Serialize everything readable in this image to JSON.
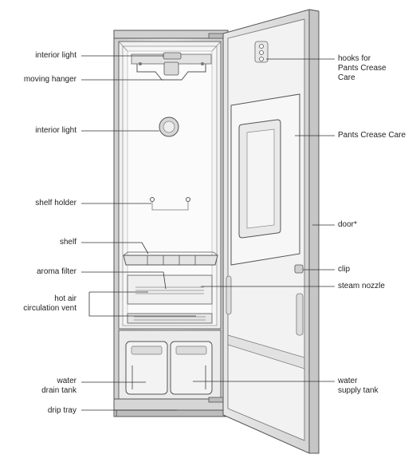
{
  "labels": {
    "interior_light_top": "interior light",
    "moving_hanger": "moving hanger",
    "interior_light_mid": "interior light",
    "shelf_holder": "shelf holder",
    "shelf": "shelf",
    "aroma_filter": "aroma filter",
    "hot_air_vent": "hot air\ncirculation vent",
    "water_drain_tank": "water\ndrain tank",
    "drip_tray": "drip tray",
    "hooks_pants_crease": "hooks for\nPants Crease\nCare",
    "pants_crease_care": "Pants Crease Care",
    "door": "door*",
    "clip": "clip",
    "steam_nozzle": "steam nozzle",
    "water_supply_tank": "water\nsupply tank"
  },
  "colors": {
    "outline": "#555555",
    "body_fill": "#d9d9d9",
    "interior_fill": "#ececec",
    "panel_fill": "#f4f4f4",
    "leader": "#333333"
  }
}
